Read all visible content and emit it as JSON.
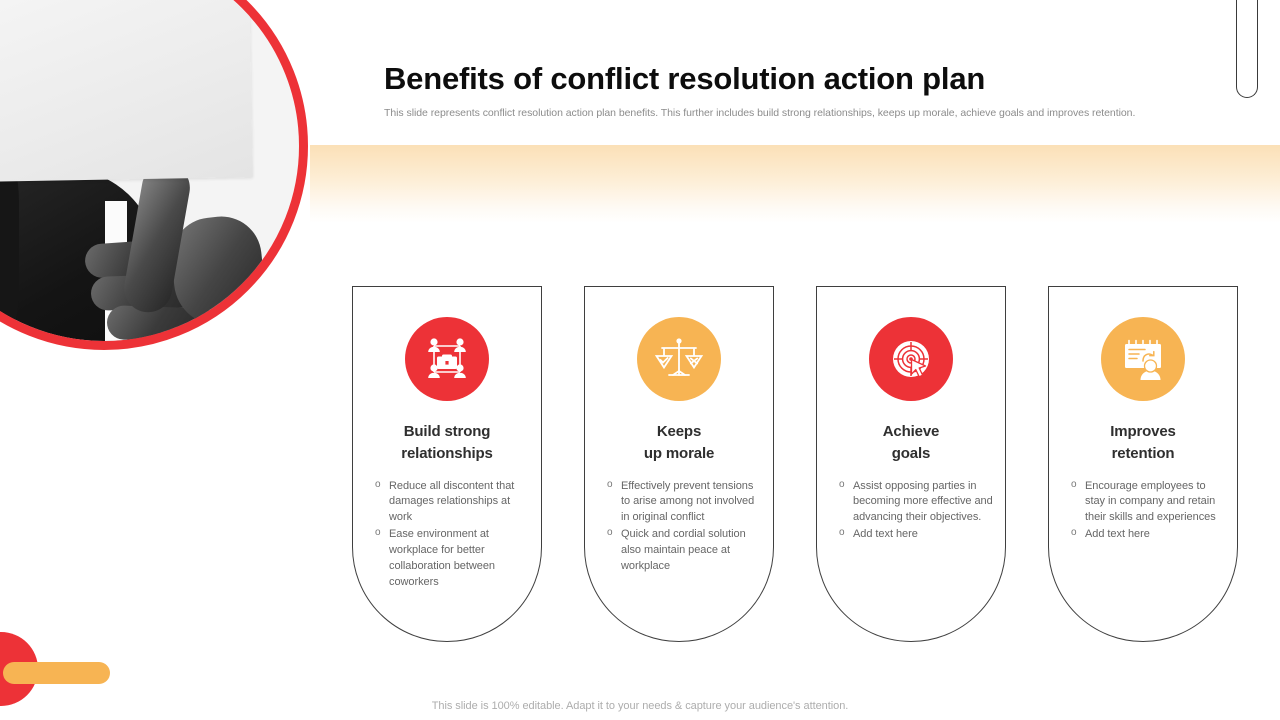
{
  "header": {
    "title": "Benefits of conflict resolution action plan",
    "subtitle": "This slide represents conflict resolution action plan benefits. This further includes build strong relationships, keeps up morale, achieve goals and improves retention."
  },
  "colors": {
    "red": "#ED3237",
    "orange": "#F7B453",
    "card_border": "#3f3f3f",
    "title_text": "#0d0d0d",
    "body_text": "#666666"
  },
  "cards": [
    {
      "title": "Build strong\nrelationships",
      "title_line1": "Build strong",
      "title_line2": "relationships",
      "icon": "team-network-icon",
      "icon_color": "#ED3237",
      "bullets": [
        "Reduce all discontent that damages relationships at work",
        "Ease environment at workplace for better collaboration between coworkers"
      ]
    },
    {
      "title": "Keeps\nup morale",
      "title_line1": "Keeps",
      "title_line2": "up morale",
      "icon": "balance-scales-icon",
      "icon_color": "#F7B453",
      "bullets": [
        "Effectively prevent tensions to arise among not involved in original conflict",
        "Quick and cordial solution also maintain peace at workplace"
      ]
    },
    {
      "title": "Achieve\ngoals",
      "title_line1": "Achieve",
      "title_line2": "goals",
      "icon": "target-cursor-icon",
      "icon_color": "#ED3237",
      "bullets": [
        "Assist opposing parties in becoming more effective and advancing their objectives.",
        "Add text here"
      ]
    },
    {
      "title": "Improves\nretention",
      "title_line1": "Improves",
      "title_line2": "retention",
      "icon": "presentation-person-icon",
      "icon_color": "#F7B453",
      "bullets": [
        "Encourage employees to stay in company and retain their skills and experiences",
        "Add text here"
      ]
    }
  ],
  "footer": {
    "note": "This slide is 100% editable. Adapt it to your needs & capture your audience's attention."
  },
  "decorations": {
    "photo_alt": "hand-holding-blank-sign-photo",
    "photo_ring": "red-circle-ring",
    "bottom_left_circle": "red-circle-decoration",
    "bottom_left_pill": "orange-pill-decoration",
    "top_right_shape": "u-outline-decoration"
  }
}
